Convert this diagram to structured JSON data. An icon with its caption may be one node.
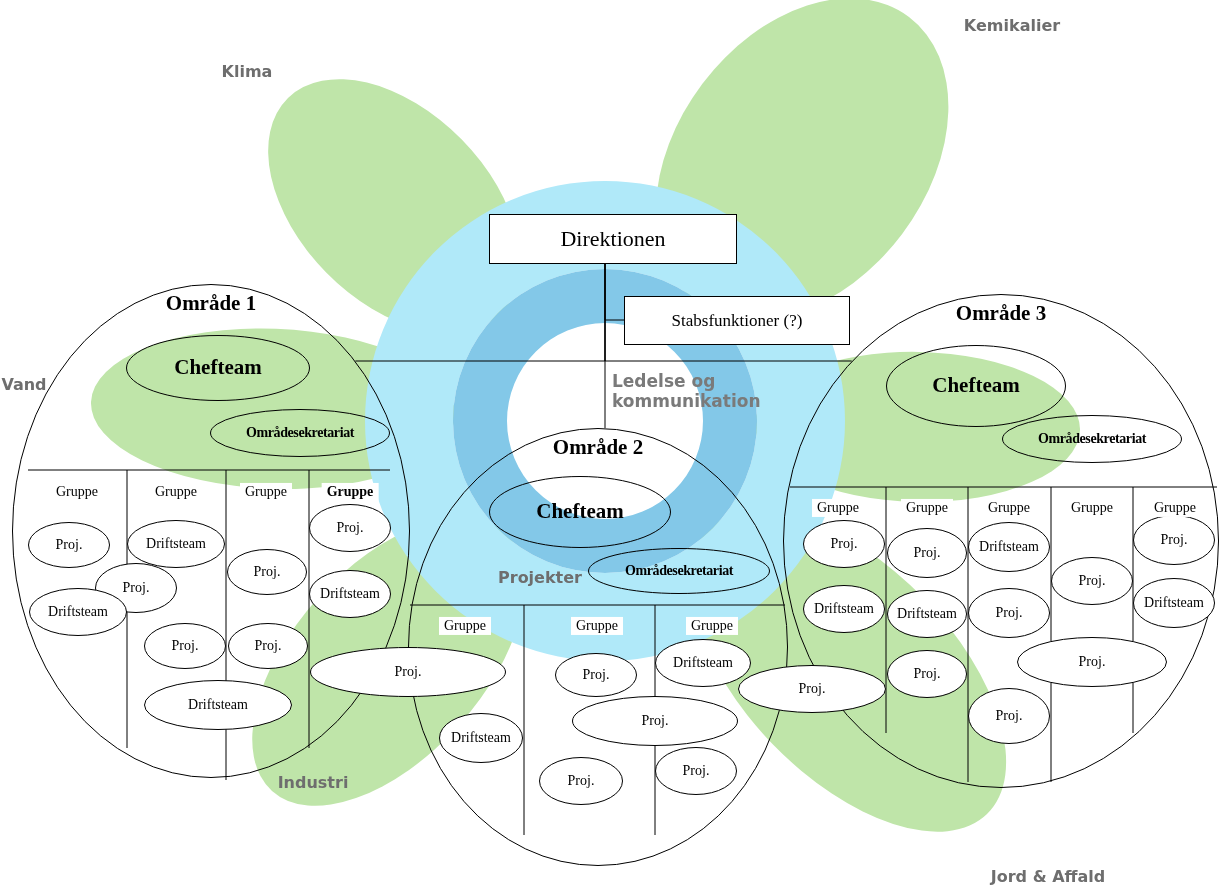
{
  "diagram": {
    "nodes": [
      {
        "text": [
          "Direktionen"
        ]
      },
      {
        "text": [
          "Stabsfunktioner (?)"
        ]
      },
      {
        "text": [
          "Område 1"
        ]
      },
      {
        "text": [
          "Chefteam"
        ],
        "in": 2
      },
      {
        "text": [
          "Områdesekretariat"
        ],
        "in": 2
      },
      {
        "text": [
          "Proj."
        ],
        "in": 2
      },
      {
        "text": [
          "Driftsteam"
        ],
        "in": 2
      },
      {
        "text": [
          "Proj."
        ],
        "in": 2
      },
      {
        "text": [
          "Proj."
        ],
        "in": 2
      },
      {
        "text": [
          "Proj."
        ],
        "in": 2
      },
      {
        "text": [
          "Driftsteam"
        ],
        "in": 2
      },
      {
        "text": [
          "Driftsteam"
        ],
        "in": 2
      },
      {
        "text": [
          "Proj."
        ],
        "in": 2
      },
      {
        "text": [
          "Proj."
        ],
        "in": 2
      },
      {
        "text": [
          "Driftsteam"
        ],
        "in": 2
      },
      {
        "text": [
          "Område 2"
        ]
      },
      {
        "text": [
          "Chefteam"
        ],
        "in": 15
      },
      {
        "text": [
          "Områdesekretariat"
        ],
        "in": 15
      },
      {
        "text": [
          "Driftsteam"
        ],
        "in": 15
      },
      {
        "text": [
          "Proj."
        ],
        "in": 15
      },
      {
        "text": [
          "Proj."
        ],
        "in": 15
      },
      {
        "text": [
          "Driftsteam"
        ],
        "in": 15
      },
      {
        "text": [
          "Proj."
        ],
        "in": 15
      },
      {
        "text": [
          "Proj."
        ],
        "in": 15
      },
      {
        "text": [
          "Område 3"
        ]
      },
      {
        "text": [
          "Chefteam"
        ],
        "in": 24
      },
      {
        "text": [
          "Områdesekretariat"
        ],
        "in": 24
      },
      {
        "text": [
          "Proj."
        ],
        "in": 24
      },
      {
        "text": [
          "Proj."
        ],
        "in": 24
      },
      {
        "text": [
          "Driftsteam"
        ],
        "in": 24
      },
      {
        "text": [
          "Proj."
        ],
        "in": 24
      },
      {
        "text": [
          "Proj."
        ],
        "in": 24
      },
      {
        "text": [
          "Driftsteam"
        ],
        "in": 24
      },
      {
        "text": [
          "Driftsteam"
        ],
        "in": 24
      },
      {
        "text": [
          "Proj."
        ],
        "in": 24
      },
      {
        "text": [
          "Driftsteam"
        ],
        "in": 24
      },
      {
        "text": [
          "Proj."
        ],
        "in": 24
      },
      {
        "text": [
          "Proj."
        ],
        "in": 24
      },
      {
        "text": [
          "Proj."
        ],
        "in": 24
      },
      {
        "text": [
          "Proj."
        ]
      },
      {
        "text": [
          "Proj."
        ]
      }
    ],
    "edges": [
      {
        "from": 0,
        "to": 1,
        "arrow": "none"
      },
      {
        "from": 0,
        "to": 2,
        "arrow": "none"
      },
      {
        "from": 0,
        "to": 15,
        "arrow": "none"
      },
      {
        "from": 0,
        "to": 24,
        "arrow": "none"
      }
    ],
    "labels": [
      "Klima",
      "Kemikalier",
      "Ledelse og kommunikation",
      "Vand",
      "Gruppe",
      "Gruppe",
      "Gruppe",
      "Gruppe",
      "Gruppe",
      "Gruppe",
      "Gruppe",
      "Gruppe",
      "Gruppe",
      "Projekter",
      "Gruppe",
      "Gruppe",
      "Gruppe",
      "Industri",
      "Jord & Affald"
    ]
  }
}
